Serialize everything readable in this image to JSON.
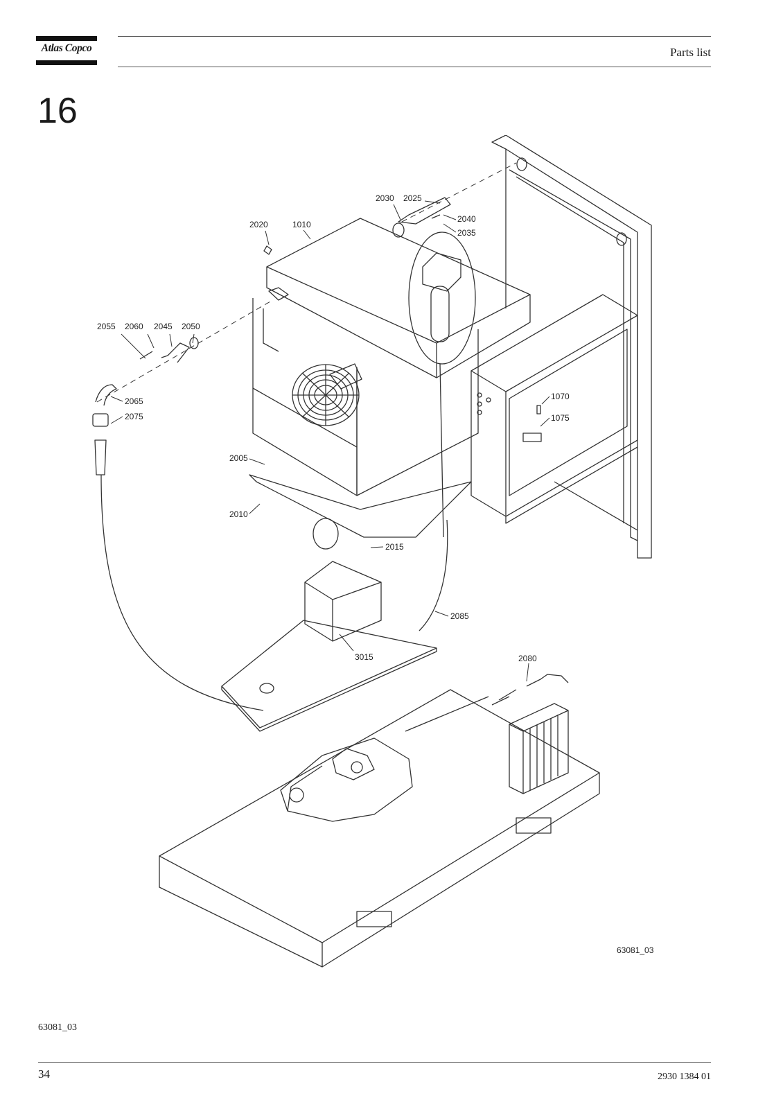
{
  "header": {
    "logo_text": "Atlas Copco",
    "title": "Parts list"
  },
  "section_number": "16",
  "drawing": {
    "callouts": [
      "2030",
      "2025",
      "2040",
      "2035",
      "2020",
      "1010",
      "2055",
      "2060",
      "2045",
      "2050",
      "2065",
      "2075",
      "1070",
      "1075",
      "2005",
      "2010",
      "2015",
      "2085",
      "3015",
      "2080"
    ],
    "drawing_id": "63081_03"
  },
  "footer": {
    "caption": "63081_03",
    "page_number": "34",
    "document_number": "2930 1384 01"
  }
}
